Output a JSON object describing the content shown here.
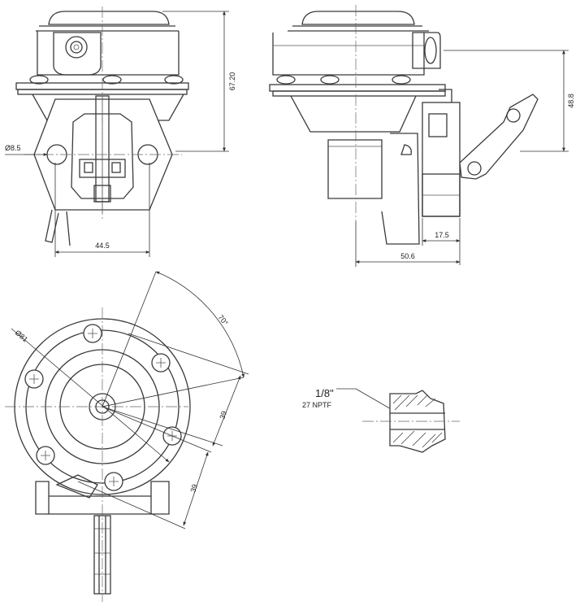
{
  "dimensions": {
    "height_front": "67.20",
    "hole_dia": "Ø8.5",
    "mount_width": "44.5",
    "height_side": "48.8",
    "offset_side": "17.5",
    "width_side": "50.6",
    "body_dia": "Ø81",
    "angle": "70°",
    "radial_1": "39",
    "radial_2": "39"
  },
  "callout": {
    "thread_size": "1/8\"",
    "thread_type": "27 NPTF"
  },
  "colors": {
    "line": "#3a3a3a",
    "background": "#ffffff"
  }
}
